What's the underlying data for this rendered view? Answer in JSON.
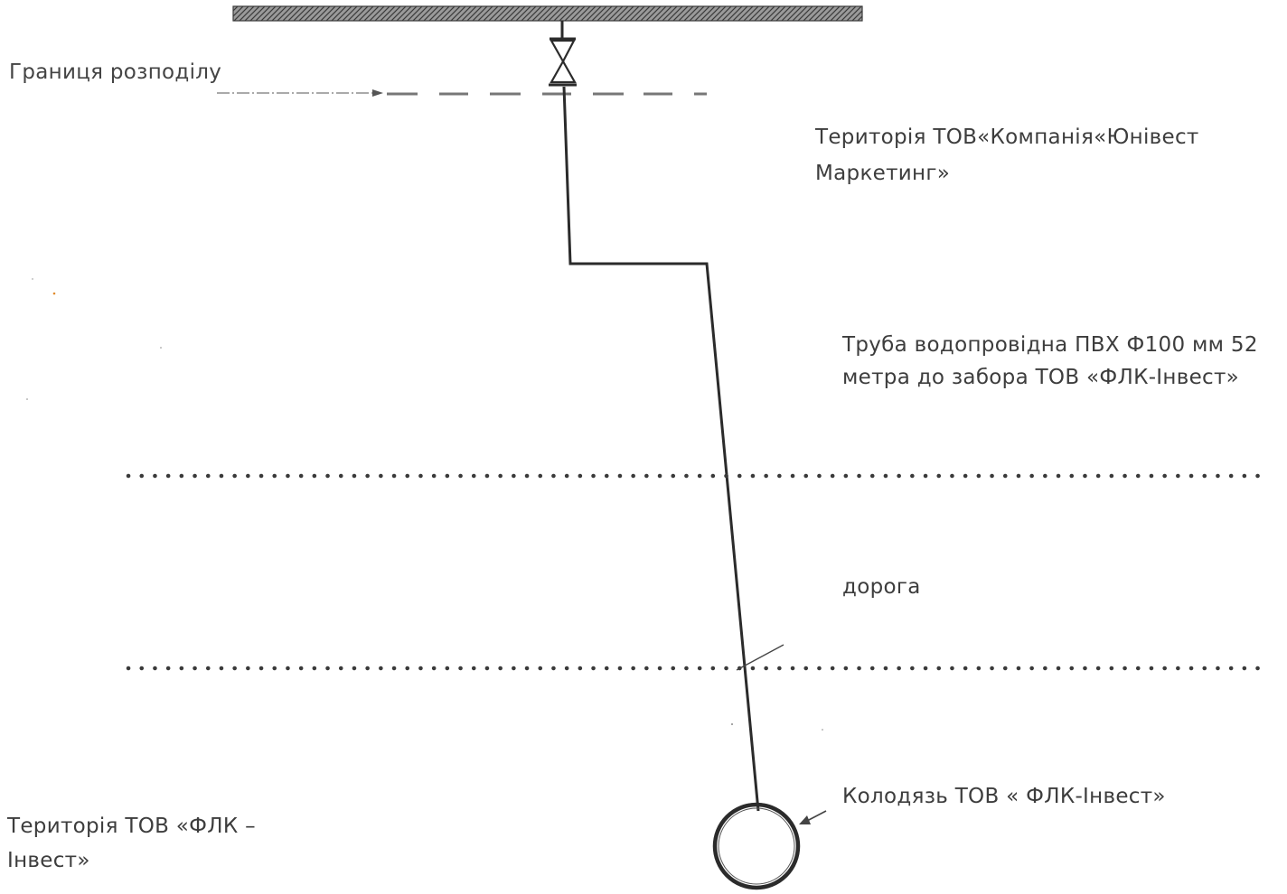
{
  "labels": {
    "boundary": "Границя розподілу",
    "territory_top": {
      "line1": "Територія ТОВ«Компанія«Юнівест",
      "line2": "Маркетинг»"
    },
    "pipe": {
      "line1": "Труба водопровідна ПВХ Ф100 мм 52",
      "line2": "метра  до забора ТОВ «ФЛК-Інвест»"
    },
    "road": "дорога",
    "well": "Колодязь  ТОВ « ФЛК-Інвест»",
    "territory_bottom": {
      "line1": "Територія ТОВ «ФЛК –",
      "line2": "Інвест»"
    }
  },
  "colors": {
    "ink": "#2b2b2b",
    "text": "#3d3d3d",
    "main_pipe_fill": "#8a8a8a"
  },
  "icons": {
    "valve": "gate-valve-icon",
    "arrow": "arrow-icon"
  }
}
